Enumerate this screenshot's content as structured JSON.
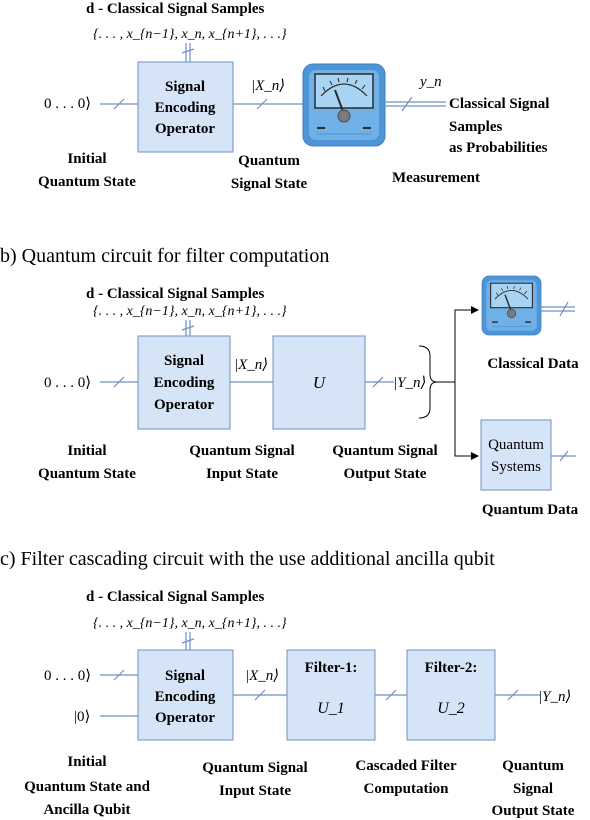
{
  "panel_a": {
    "classical_samples_title": "d - Classical Signal Samples",
    "samples_sequence": "{. . . , x_{n−1}, x_n, x_{n+1}, . . .}",
    "input_ket": "0 . . . 0⟩",
    "encoding_box": [
      "Signal",
      "Encoding",
      "Operator"
    ],
    "xn_ket": "|X_n⟩",
    "yn_label": "y_n",
    "output_label": [
      "Classical Signal",
      "Samples",
      "as Probabilities"
    ],
    "initial_state": [
      "Initial",
      "Quantum State"
    ],
    "quantum_signal_state": [
      "Quantum",
      "Signal State"
    ],
    "measurement_label": "Measurement"
  },
  "panel_b": {
    "heading": "b) Quantum circuit for filter computation",
    "classical_samples_title": "d - Classical Signal Samples",
    "samples_sequence": "{. . . , x_{n−1}, x_n, x_{n+1}, . . .}",
    "input_ket": "0 . . . 0⟩",
    "encoding_box": [
      "Signal",
      "Encoding",
      "Operator"
    ],
    "xn_ket": "|X_n⟩",
    "u_label": "U",
    "yn_ket": "|Y_n⟩",
    "classical_data": "Classical Data",
    "quantum_systems_box": [
      "Quantum",
      "Systems"
    ],
    "quantum_data": "Quantum Data",
    "initial_state": [
      "Initial",
      "Quantum State"
    ],
    "input_state": [
      "Quantum Signal",
      "Input State"
    ],
    "output_state": [
      "Quantum Signal",
      "Output State"
    ]
  },
  "panel_c": {
    "heading": "c) Filter cascading circuit with the use additional ancilla qubit",
    "classical_samples_title": "d - Classical Signal Samples",
    "samples_sequence": "{. . . , x_{n−1}, x_n, x_{n+1}, . . .}",
    "input_ket": "0 . . . 0⟩",
    "ancilla_ket": "|0⟩",
    "encoding_box": [
      "Signal",
      "Encoding",
      "Operator"
    ],
    "xn_ket": "|X_n⟩",
    "filter1_title": "Filter-1:",
    "filter1_op": "U_1",
    "filter2_title": "Filter-2:",
    "filter2_op": "U_2",
    "yn_ket": "|Y_n⟩",
    "initial_state": [
      "Initial",
      "Quantum State and",
      "Ancilla Qubit"
    ],
    "input_state": [
      "Quantum Signal",
      "Input State"
    ],
    "cascaded": [
      "Cascaded Filter",
      "Computation"
    ],
    "output_state": [
      "Quantum",
      "Signal",
      "Output State"
    ]
  },
  "colors": {
    "box_fill": "#d6e4f7",
    "box_stroke": "#6f8fc2",
    "meter_face": "#8ec3ea",
    "meter_bg": "#5a9bd8"
  },
  "icons": [
    "measurement-meter-icon"
  ]
}
